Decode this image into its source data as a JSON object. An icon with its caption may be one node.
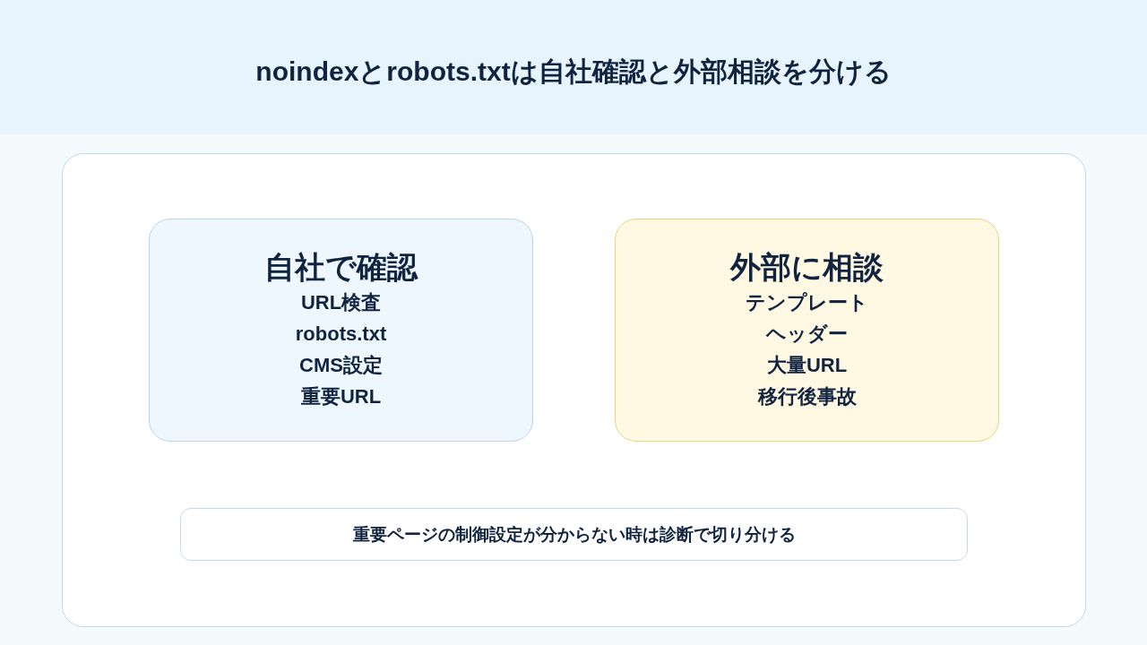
{
  "diagram": {
    "title": "noindexとrobots.txtは自社確認と外部相談を分ける",
    "nodes": [
      {
        "text": [
          "自社で確認",
          "URL検査",
          "robots.txt",
          "CMS設定",
          "重要URL"
        ]
      },
      {
        "text": [
          "外部に相談",
          "テンプレート",
          "ヘッダー",
          "大量URL",
          "移行後事故"
        ]
      },
      {
        "text": [
          "重要ページの制御設定が分からない時は診断で切り分ける"
        ]
      }
    ]
  }
}
